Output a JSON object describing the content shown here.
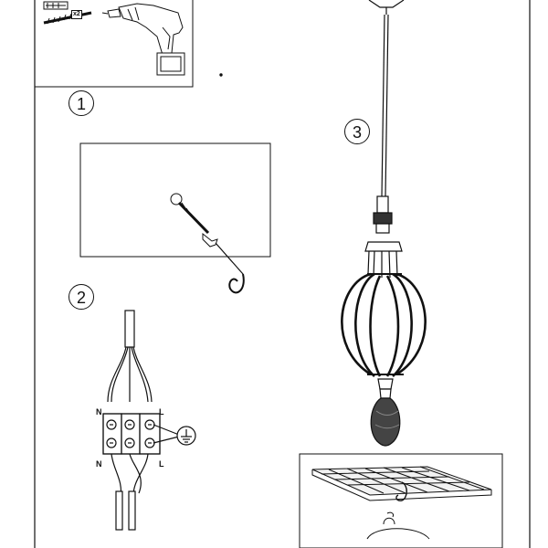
{
  "steps": {
    "one": "1",
    "two": "2",
    "three": "3"
  },
  "parts": {
    "quantity": "x2"
  },
  "wiring": {
    "top_left": "N",
    "top_right": "L",
    "bottom_left": "N",
    "bottom_right": "L"
  },
  "colors": {
    "line": "#111111",
    "bulb_fill": "#444444",
    "panel_fill": "#f2f2f2"
  }
}
